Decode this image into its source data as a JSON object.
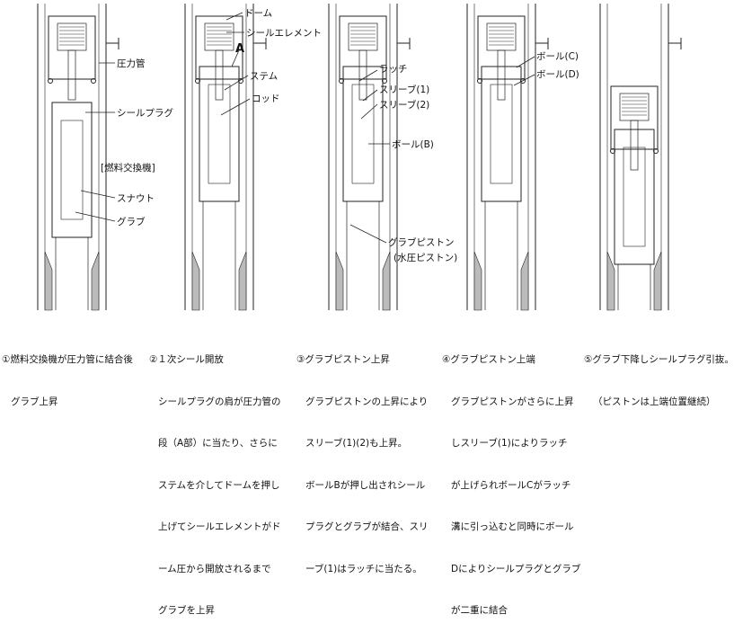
{
  "labels": {
    "pressure_tube": "圧力管",
    "seal_plug": "シールプラグ",
    "fuel_machine": "[燃料交換機]",
    "snout": "スナウト",
    "grab": "グラブ",
    "dome": "ドーム",
    "seal_element": "シールエレメント",
    "part_a": "A",
    "stem": "ステム",
    "rod": "ロッド",
    "latch": "ラッチ",
    "sleeve1": "スリーブ(1)",
    "sleeve2": "スリーブ(2)",
    "ball_b": "ボール(B)",
    "grab_piston": "グラブピストン",
    "hydraulic_piston": "(水圧ピストン)",
    "ball_c": "ボール(C)",
    "ball_d": "ボール(D)"
  },
  "steps": [
    {
      "title": "①燃料交換機が圧力管に結合後",
      "body": [
        "グラブ上昇"
      ]
    },
    {
      "title": "②１次シール開放",
      "body": [
        "シールプラグの肩が圧力管の",
        "段（A部）に当たり、さらに",
        "ステムを介してドームを押し",
        "上げてシールエレメントがド",
        "ーム圧から開放されるまで",
        "グラブを上昇"
      ]
    },
    {
      "title": "③グラブピストン上昇",
      "body": [
        "グラブピストンの上昇により",
        "スリーブ(1)(2)も上昇。",
        "ボールBが押し出されシール",
        "プラグとグラブが結合、スリ",
        "ーブ(1)はラッチに当たる。"
      ]
    },
    {
      "title": "④グラブピストン上端",
      "body": [
        "グラブピストンがさらに上昇",
        "しスリーブ(1)によりラッチ",
        "が上げられボールCがラッチ",
        "溝に引っ込むと同時にボール",
        "Dによりシールプラグとグラブ",
        "が二重に結合"
      ]
    },
    {
      "title": "⑤グラブ下降しシールプラグ引抜。",
      "body": [
        "（ピストンは上端位置継続）"
      ]
    }
  ]
}
